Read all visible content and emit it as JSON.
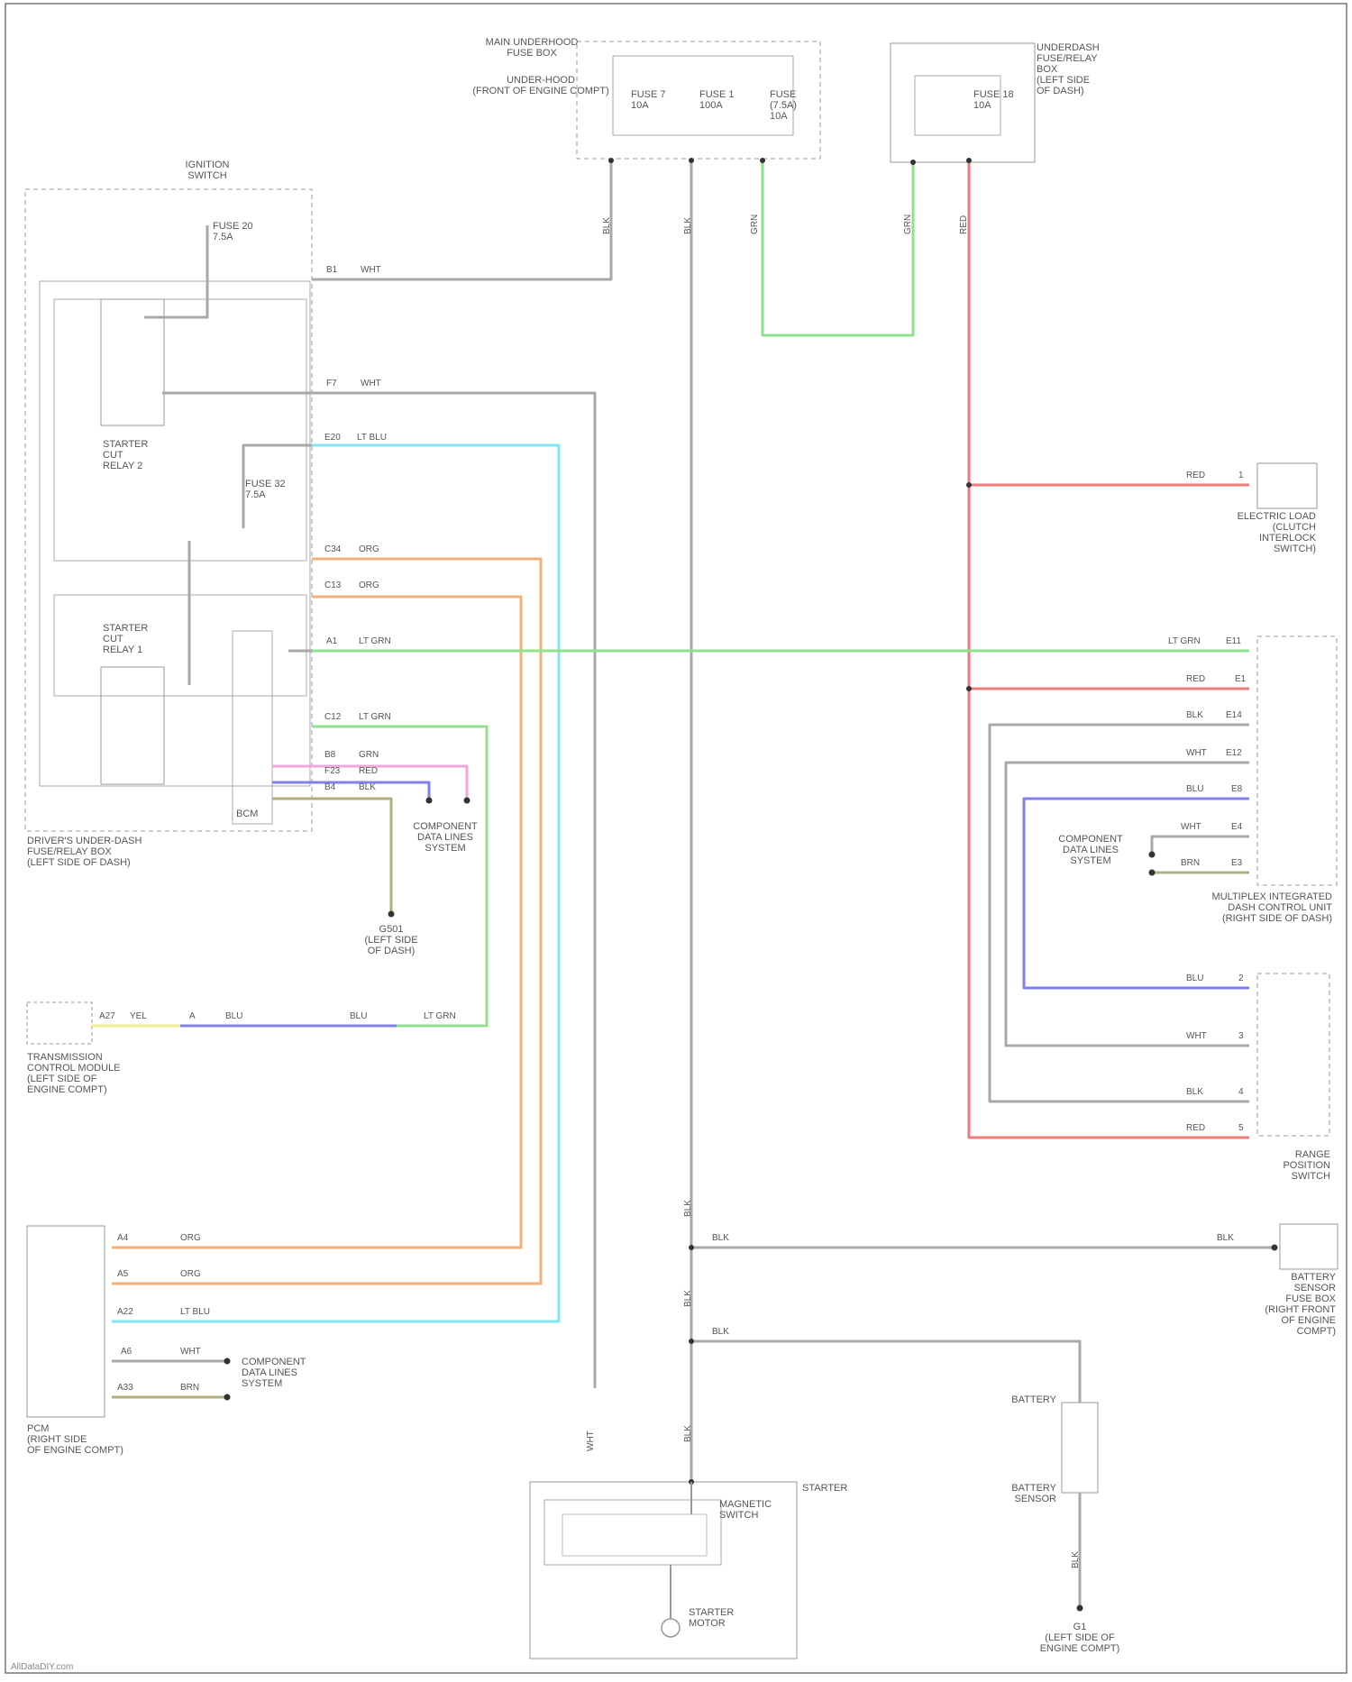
{
  "diagram": {
    "colors": {
      "gray": "#a8a8a8",
      "green": "#8fe08f",
      "red": "#f07a7a",
      "blue": "#8080ee",
      "cyan": "#7fe6f2",
      "orange": "#f2b07a",
      "pink": "#f0a8d8",
      "yellow": "#eeee88",
      "olive": "#b0ae84"
    },
    "components": {
      "fuse_box_top": [
        "MAIN UNDERHOOD",
        "FUSE BOX"
      ],
      "fuse_box_top_sub": [
        "UNDER-HOOD",
        "(FRONT OF ENGINE COMPT)"
      ],
      "fuse_a": [
        "FUSE 7",
        "10A"
      ],
      "fuse_b": [
        "FUSE 1",
        "100A"
      ],
      "fuse_c": [
        "FUSE",
        "(7.5A)",
        "10A"
      ],
      "aux_box": [
        "UNDERDASH",
        "FUSE/RELAY",
        "BOX",
        "(LEFT SIDE",
        "OF DASH)"
      ],
      "aux_fuse": [
        "FUSE 18",
        "10A"
      ],
      "ignition": [
        "IGNITION",
        "SWITCH"
      ],
      "ign_fuse": [
        "FUSE 20",
        "7.5A"
      ],
      "starter_cut_1": [
        "STARTER",
        "CUT",
        "RELAY 2"
      ],
      "starter_cut_2": [
        "STARTER",
        "CUT",
        "RELAY 1"
      ],
      "fuse_32": [
        "FUSE 32",
        "7.5A"
      ],
      "pcm_box": [
        "DRIVER'S UNDER-DASH",
        "FUSE/RELAY BOX",
        "(LEFT SIDE OF DASH)"
      ],
      "bcm": "BCM",
      "cmp_a": [
        "COMPONENT",
        "DATA LINES",
        "SYSTEM"
      ],
      "ground_g501": [
        "G501",
        "(LEFT SIDE",
        "OF DASH)"
      ],
      "tcm": [
        "TRANSMISSION",
        "CONTROL MODULE",
        "(LEFT SIDE OF",
        "ENGINE COMPT)"
      ],
      "pcm": [
        "PCM",
        "(RIGHT SIDE",
        "OF ENGINE COMPT)"
      ],
      "cmp_b": [
        "COMPONENT",
        "DATA LINES",
        "SYSTEM"
      ],
      "clutch": [
        "ELECTRIC LOAD",
        "(CLUTCH",
        "INTERLOCK",
        "SWITCH)"
      ],
      "multiplex": [
        "MULTIPLEX INTEGRATED",
        "DASH CONTROL UNIT",
        "(RIGHT SIDE OF DASH)"
      ],
      "cmp_c": [
        "COMPONENT",
        "DATA LINES",
        "SYSTEM"
      ],
      "range_switch": [
        "RANGE",
        "POSITION",
        "SWITCH"
      ],
      "battery_sensor": [
        "BATTERY",
        "SENSOR",
        "FUSE BOX",
        "(RIGHT FRONT",
        "OF ENGINE",
        "COMPT)"
      ],
      "battery": "BATTERY",
      "battery_sensor_lbl": [
        "BATTERY",
        "SENSOR"
      ],
      "ground_g1": [
        "G1",
        "(LEFT SIDE OF",
        "ENGINE COMPT)"
      ],
      "starter": "STARTER",
      "magnetic_switch": [
        "MAGNETIC",
        "SWITCH"
      ],
      "starter_motor": [
        "STARTER",
        "MOTOR"
      ]
    },
    "wires": {
      "w_blk_1": "BLK",
      "w_blk_2": "BLK",
      "w_grn_1": "GRN",
      "w_grn_2": "GRN",
      "w_red_1": "RED",
      "w_pin_b1": "B1",
      "w_wht_1": "WHT",
      "w_f7": "F7",
      "w_wht_2": "WHT",
      "w_e20": "E20",
      "w_ltblu": "LT BLU",
      "w_c34": "C34",
      "w_org_1": "ORG",
      "w_c13": "C13",
      "w_org_2": "ORG",
      "w_a1": "A1",
      "w_ltgrn_1": "LT GRN",
      "w_c12": "C12",
      "w_ltgrn_2": "LT GRN",
      "w_b8": "B8",
      "w_grn_3": "GRN",
      "w_f23": "F23",
      "w_red_2": "RED",
      "w_b4": "B4",
      "w_blk_3": "BLK",
      "w_red_3": "RED",
      "w_pin1": "1",
      "w_ltgrn_3": "LT GRN",
      "w_e11": "E11",
      "w_red_4": "RED",
      "w_e1": "E1",
      "w_blk_4": "BLK",
      "w_e14": "E14",
      "w_wht_3": "WHT",
      "w_e12": "E12",
      "w_blu_1": "BLU",
      "w_e8": "E8",
      "w_wht_4": "WHT",
      "w_e4": "E4",
      "w_brn_1": "BRN",
      "w_e3": "E3",
      "w_yel": "YEL",
      "w_a27": "A27",
      "w_blu_2": "BLU",
      "w_a": "A",
      "w_blu_3": "BLU",
      "w_ltgrn_4": "LT GRN",
      "w_blu_4": "BLU",
      "w_pin2": "2",
      "w_wht_5": "WHT",
      "w_pin3": "3",
      "w_blk_5": "BLK",
      "w_pin4": "4",
      "w_red_5": "RED",
      "w_pin5": "5",
      "w_org_3": "ORG",
      "w_a4": "A4",
      "w_org_4": "ORG",
      "w_a5": "A5",
      "w_ltblu_2": "LT BLU",
      "w_a22": "A22",
      "w_wht_6": "WHT",
      "w_a6": "A6",
      "w_brn_2": "BRN",
      "w_a33": "A33",
      "w_blk_6": "BLK",
      "w_blk_7": "BLK",
      "w_blk_8": "BLK",
      "w_blk_9": "BLK",
      "w_blk_10": "BLK",
      "w_wht_7": "WHT",
      "w_blk_11": "BLK",
      "w_blk_12": "BLK"
    },
    "footer": "AllDataDIY.com"
  }
}
